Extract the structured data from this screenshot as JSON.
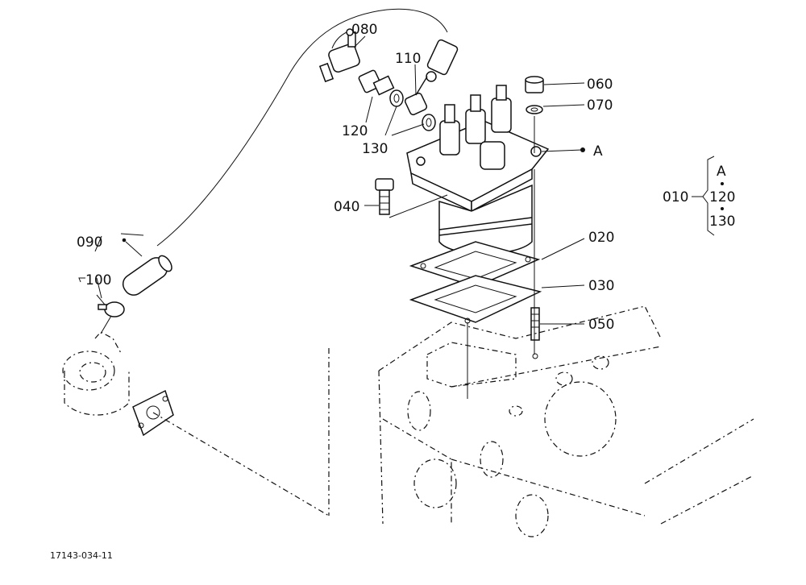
{
  "diagram": {
    "drawing_number": "17143-034-11",
    "callouts": {
      "p080": "080",
      "p110": "110",
      "p120": "120",
      "p130": "130",
      "p060": "060",
      "p070": "070",
      "pA": "A",
      "p040": "040",
      "p020": "020",
      "p030": "030",
      "p050": "050",
      "p090": "090",
      "p100": "100",
      "p010": "010"
    },
    "assembly_group": {
      "items": [
        "A",
        "120",
        "130"
      ]
    }
  }
}
